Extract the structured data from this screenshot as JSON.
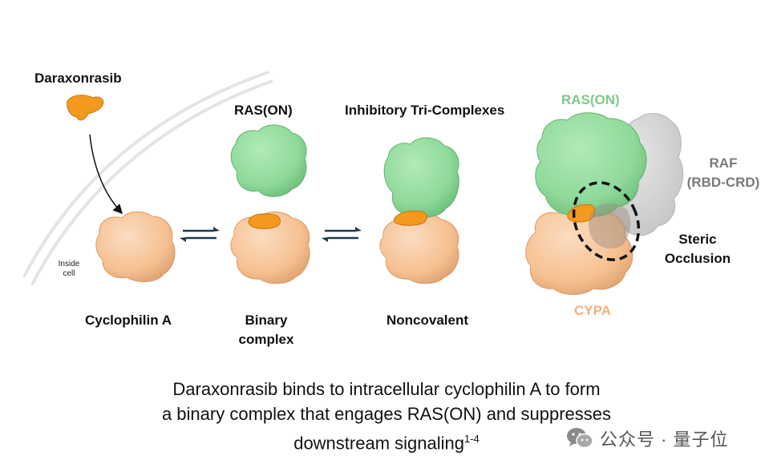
{
  "labels": {
    "daraxonrasib": "Daraxonrasib",
    "inside_cell": "Inside\ncell",
    "cyclophilin_a": "Cyclophilin A",
    "ras_on": "RAS(ON)",
    "binary_complex": "Binary\ncomplex",
    "inhibitory_tri": "Inhibitory Tri-Complexes",
    "noncovalent": "Noncovalent",
    "ras_on_detail": "RAS(ON)",
    "raf": "RAF\n(RBD-CRD)",
    "steric_occlusion": "Steric\nOcclusion",
    "cypa": "CYPA"
  },
  "caption": {
    "line1": "Daraxonrasib binds to intracellular cyclophilin A to form",
    "line2": "a binary complex that engages RAS(ON) and suppresses",
    "line3": "downstream signaling",
    "superscript": "1-4"
  },
  "watermark": {
    "text": "公众号 · 量子位",
    "icon": "wechat-icon"
  },
  "colors": {
    "cypa": "#F7C49A",
    "ras": "#8FD99A",
    "drug": "#F39A1E",
    "raf": "#C9C9C9",
    "arrows": "#1F3A4D",
    "ras_label": "#7BCB86",
    "raf_label": "#7A7A7A",
    "cypa_label": "#F2B07A"
  }
}
